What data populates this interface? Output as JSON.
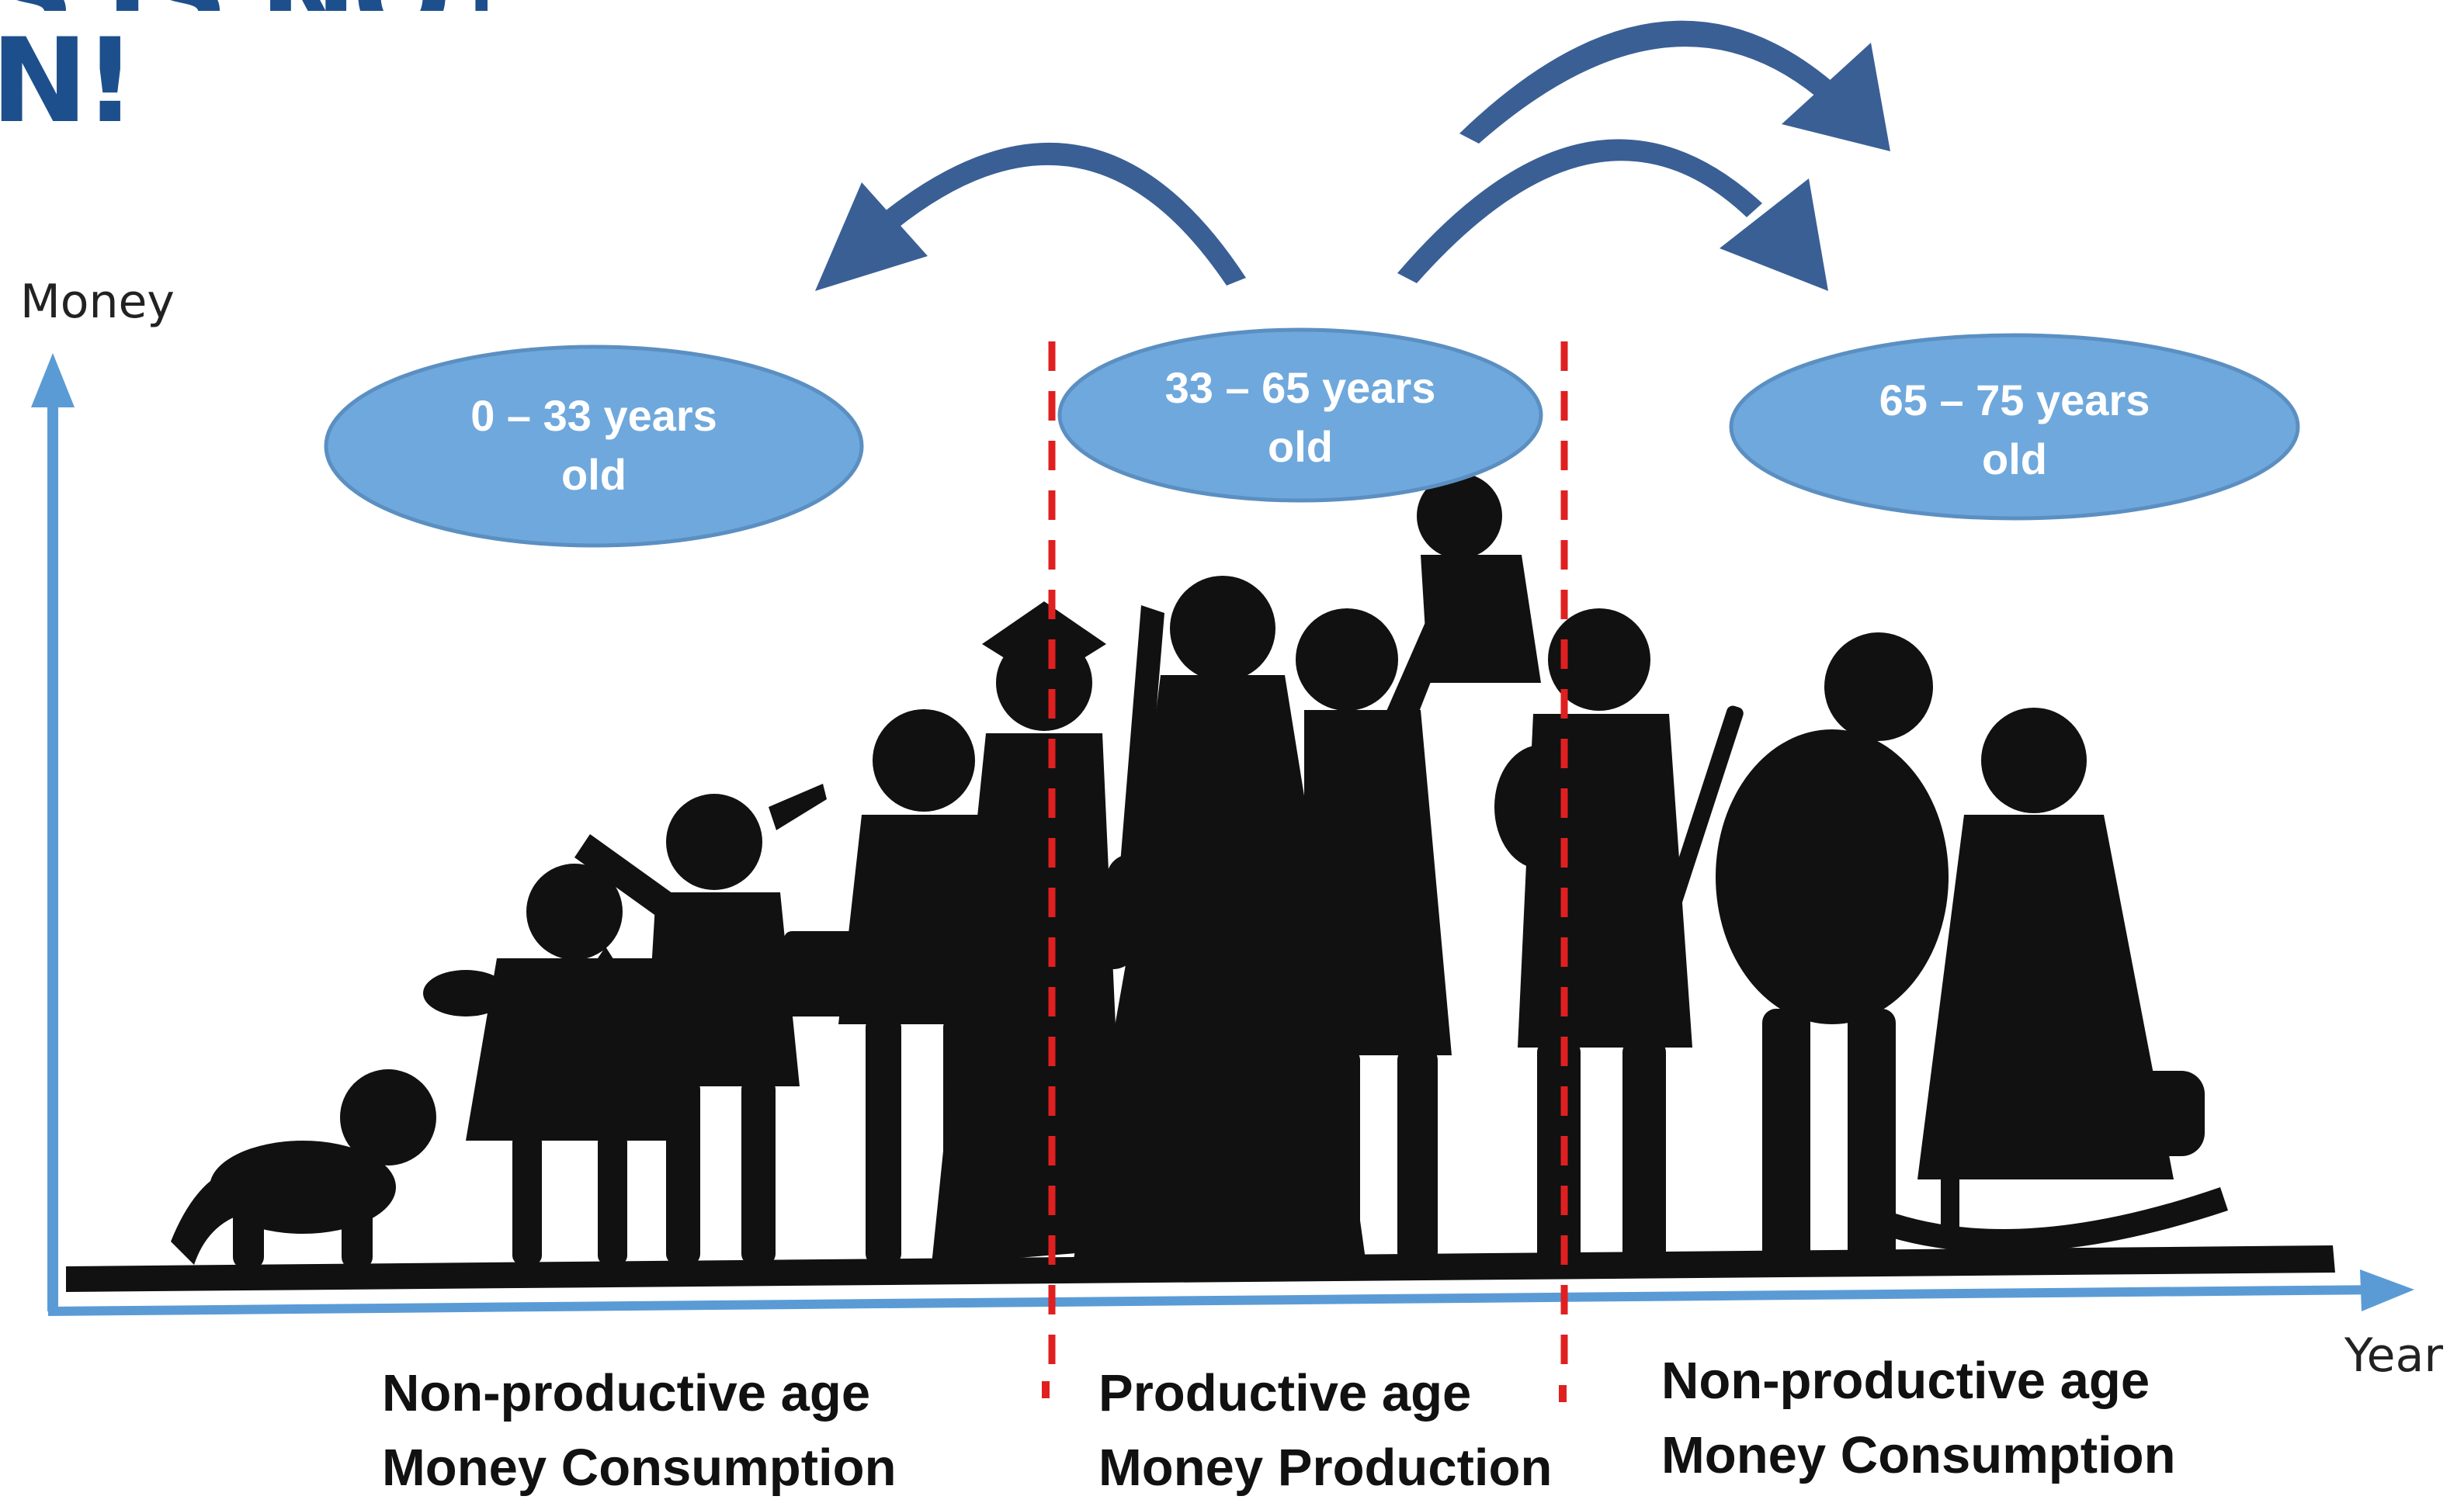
{
  "headline": {
    "line_1": "S IS NOT",
    "line_2": "N!"
  },
  "axes": {
    "y_label": "Money",
    "x_label": "Year"
  },
  "age_groups": [
    {
      "range": "0 – 33 years",
      "unit": "old",
      "caption_line_1": "Non-productive age",
      "caption_line_2": "Money Consumption"
    },
    {
      "range": "33 – 65 years",
      "unit": "old",
      "caption_line_1": "Productive age",
      "caption_line_2": "Money Production"
    },
    {
      "range": "65 – 75 years",
      "unit": "old",
      "caption_line_1": "Non-productive age",
      "caption_line_2": "Money Consumption"
    }
  ],
  "colors": {
    "headline": "#1d4f8c",
    "bubble_fill": "#6fa8dc",
    "bubble_stroke": "#5b8fc2",
    "arrow": "#3a5f95",
    "axis": "#5b9bd5",
    "divider": "#e02020",
    "silhouette": "#111111"
  },
  "icons": {
    "transfer_arrows": "curved-arrow-icon",
    "figures": "life-stage-silhouette-icon"
  }
}
